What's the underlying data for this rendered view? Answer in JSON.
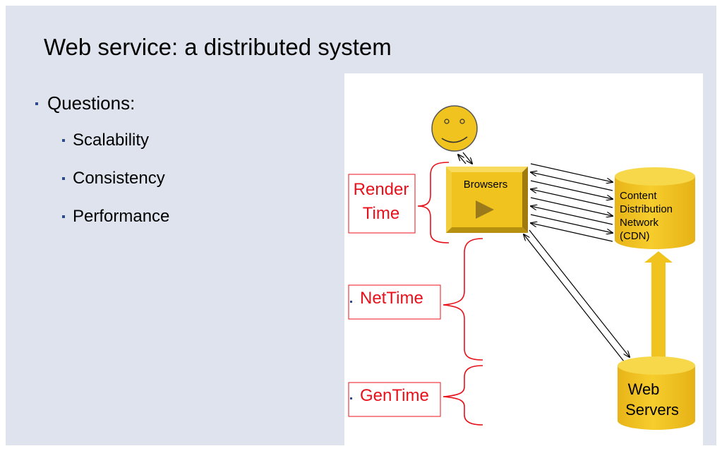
{
  "slide": {
    "title": "Web service: a distributed system",
    "bullets": {
      "questions": "Questions:",
      "sub": [
        "Scalability",
        "Consistency",
        "Performance"
      ]
    }
  },
  "diagram": {
    "browsers_label": "Browsers",
    "cdn_label_lines": [
      "Content",
      "Distribution",
      "Network",
      "(CDN)"
    ],
    "web_servers_lines": [
      "Web",
      "Servers"
    ],
    "render_time_lines": [
      "Render",
      "Time"
    ],
    "net_time": "NetTime",
    "gen_time": "GenTime",
    "colors": {
      "accent_red": "#e8101a",
      "gold": "#f0c31e",
      "gold_dark": "#c89b12",
      "slide_bg": "#dfe3ee",
      "bullet_blue": "#2e4a8c"
    }
  }
}
